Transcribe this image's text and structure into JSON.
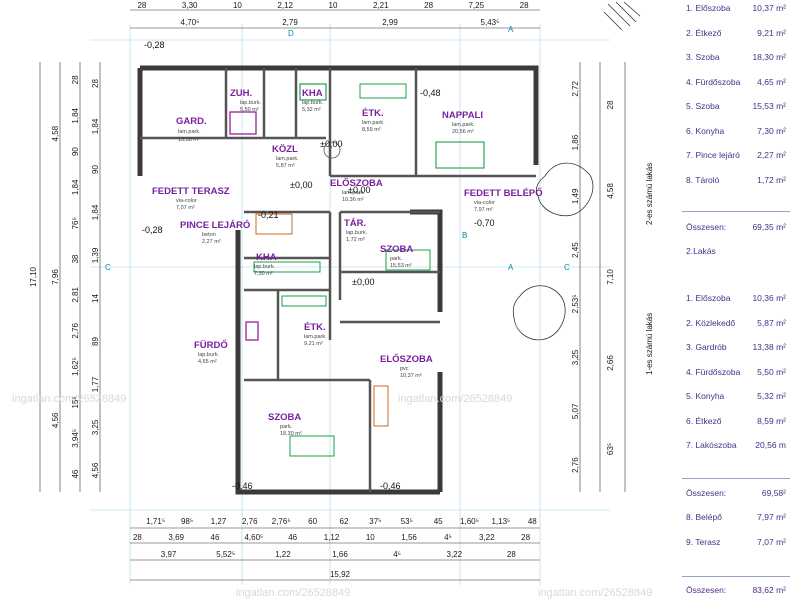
{
  "rooms": {
    "garden": "GARD.",
    "garden_sub": "lam.park.",
    "garden_area": "13,38 m²",
    "zuh": "ZUH.",
    "zuh_sub": "lap.burk.",
    "zuh_area": "5,50 m²",
    "kha1": "KHA",
    "kha1_sub": "lap.burk.",
    "kha1_area": "5,32 m²",
    "etk1": "ÉTK.",
    "etk1_sub": "lam.park.",
    "etk1_area": "8,59 m²",
    "nappali": "NAPPALI",
    "nappali_sub": "lam.park.",
    "nappali_area": "20,56 m²",
    "kozl": "KÖZL",
    "kozl_sub": "lam.park.",
    "kozl_area": "5,87 m²",
    "eloszoba1": "ELŐSZOBA",
    "eloszoba1_sub": "lam.park.",
    "eloszoba1_area": "10,36 m²",
    "fedett_terasz": "FEDETT TERASZ",
    "fedett_terasz_sub": "via-color",
    "fedett_terasz_area": "7,07 m²",
    "fedett_belepo": "FEDETT BELÉPŐ",
    "fedett_belepo_sub": "via-color",
    "fedett_belepo_area": "7,97 m²",
    "pince": "PINCE LEJÁRÓ",
    "pince_sub": "beton",
    "pince_area": "2,27 m²",
    "kha2": "KHA",
    "kha2_sub": "lap.burk.",
    "kha2_area": "7,30 m²",
    "tar": "TÁR.",
    "tar_sub": "lap.burk.",
    "tar_area": "1,72 m²",
    "szoba1": "SZOBA",
    "szoba1_sub": "park.",
    "szoba1_area": "15,53 m²",
    "etk2": "ÉTK.",
    "etk2_sub": "lam.park.",
    "etk2_area": "9,21 m²",
    "furdo": "FÜRDŐ",
    "furdo_sub": "lap.burk.",
    "furdo_area": "4,65 m²",
    "eloszoba2": "ELŐSZOBA",
    "eloszoba2_sub": "pvc",
    "eloszoba2_area": "10,37 m²",
    "szoba2": "SZOBA",
    "szoba2_sub": "park.",
    "szoba2_area": "18,30 m²"
  },
  "levels": {
    "l1": "-0,28",
    "l2": "-0,48",
    "l3": "±0,00",
    "l4": "±0,00",
    "l5": "±0,00",
    "l6": "-0,28",
    "l7": "-0,70",
    "l8": "-0,21",
    "l9": "±0,00",
    "l10": "-0,46",
    "l11": "-0,46"
  },
  "labels": {
    "lakas2_side": "2-es számú lakás",
    "lakas1_side": "1-es számú lakás",
    "watermark": "ingatlan.com/26528849"
  },
  "axes": {
    "a": "A",
    "b": "B",
    "c": "C",
    "d": "D"
  },
  "dims_top": {
    "r1": [
      "28",
      "3,30",
      "10",
      "2,12",
      "10",
      "2,21",
      "28",
      "7,25",
      "28"
    ],
    "r2": [
      "4,70⁵",
      "2,79",
      "2,99",
      "5,43⁵"
    ]
  },
  "dims_bottom": {
    "r1": [
      "1,71⁵",
      "98⁵",
      "1,27",
      "2,76",
      "2,76⁵",
      "60",
      "62",
      "37⁵",
      "53⁵",
      "45",
      "1,60⁵",
      "1,13⁵",
      "48"
    ],
    "r2": [
      "28",
      "3,69",
      "46",
      "4,60⁵",
      "46",
      "1,12",
      "10",
      "1,56",
      "4⁵",
      "3,22",
      "28"
    ],
    "r3": [
      "3,97",
      "5,52⁵",
      "1,22",
      "1,66",
      "4⁵",
      "3,22",
      "28"
    ],
    "r4": [
      "15,92"
    ]
  },
  "dims_left": {
    "outer": [
      "17,10"
    ],
    "r1": [
      "4,58",
      "7,96",
      "4,56"
    ],
    "r2": [
      "28",
      "1,84",
      "90",
      "1,84",
      "76⁵",
      "38",
      "2,81",
      "2,76",
      "1,62⁵",
      "15⁵",
      "3,94⁵",
      "46"
    ],
    "r3": [
      "28",
      "1,84",
      "90",
      "1,84",
      "1,39",
      "14",
      "89",
      "1,77",
      "3,25",
      "4,56"
    ]
  },
  "dims_right": {
    "r1": [
      "2,72",
      "1,86",
      "1,49",
      "2,45",
      "2,53⁵",
      "3,25",
      "5,07",
      "2,76"
    ],
    "r2": [
      "28",
      "4,58",
      "7,10",
      "2,66",
      "63⁵"
    ]
  },
  "legend": {
    "lakas2_title": "2.Lakás",
    "total_label": "Összesen:",
    "a_total": "69,35 m²",
    "b_total": "69,58²",
    "c_total": "83,62 m²",
    "group_a": [
      {
        "name": "1. Előszoba",
        "value": "10,37 m²"
      },
      {
        "name": "2. Étkező",
        "value": "9,21 m²"
      },
      {
        "name": "3. Szoba",
        "value": "18,30 m²"
      },
      {
        "name": "4. Fürdőszoba",
        "value": "4,65 m²"
      },
      {
        "name": "5. Szoba",
        "value": "15,53 m²"
      },
      {
        "name": "6. Konyha",
        "value": "7,30 m²"
      },
      {
        "name": "7. Pince lejáró",
        "value": "2,27 m²"
      },
      {
        "name": "8. Tároló",
        "value": "1,72 m²"
      }
    ],
    "group_b": [
      {
        "name": "1. Előszoba",
        "value": "10,36 m²"
      },
      {
        "name": "2. Közlekedő",
        "value": "5,87 m²"
      },
      {
        "name": "3. Gardrób",
        "value": "13,38 m²"
      },
      {
        "name": "4. Fürdőszoba",
        "value": "5,50 m²"
      },
      {
        "name": "5. Konyha",
        "value": "5,32 m²"
      },
      {
        "name": "6. Étkező",
        "value": "8,59 m²"
      },
      {
        "name": "7. Lakószoba",
        "value": "20,56 m"
      }
    ],
    "group_c": [
      {
        "name": "8. Belépő",
        "value": "7,97 m²"
      },
      {
        "name": "9. Terasz",
        "value": "7,07 m²"
      }
    ]
  }
}
